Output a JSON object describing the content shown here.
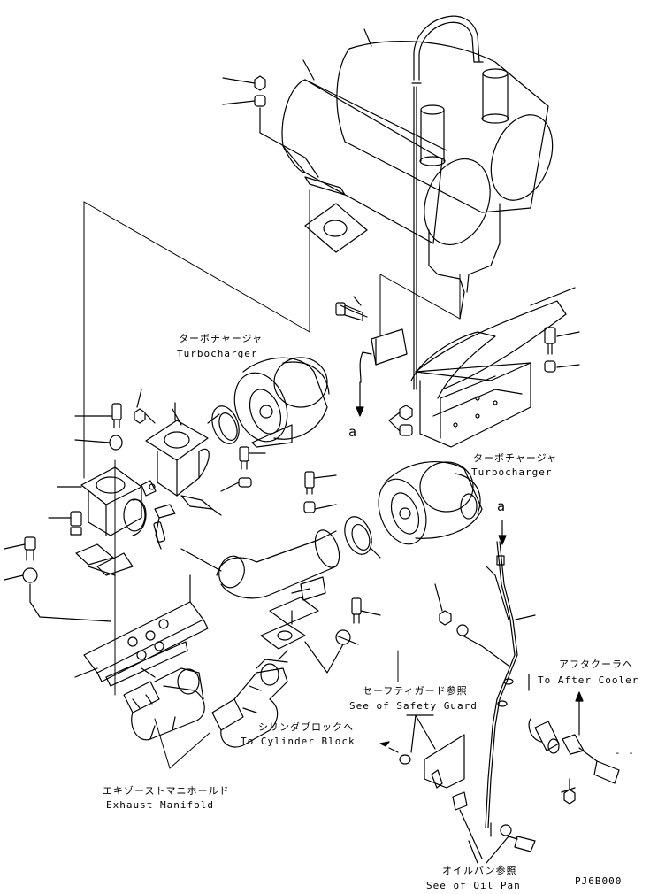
{
  "labels": {
    "turbo_top_jp": "ターボチャージャ",
    "turbo_top_en": "Turbocharger",
    "turbo_right_jp": "ターボチャージャ",
    "turbo_right_en": "Turbocharger",
    "cyl_block_jp": "シリンダブロックへ",
    "cyl_block_en": "To Cylinder Block",
    "safety_jp": "セーフティガード参照",
    "safety_en": "See of Safety Guard",
    "after_cooler_jp": "アフタクーラへ",
    "after_cooler_en": "To After Cooler",
    "exhaust_jp": "エキゾーストマニホールド",
    "exhaust_en": "Exhaust Manifold",
    "oil_pan_jp": "オイルパン参照",
    "oil_pan_en": "See of Oil Pan",
    "ref_a_top": "a",
    "ref_a_bottom": "a",
    "drawing_code": "PJ6B000",
    "dash_mark": "- -"
  }
}
